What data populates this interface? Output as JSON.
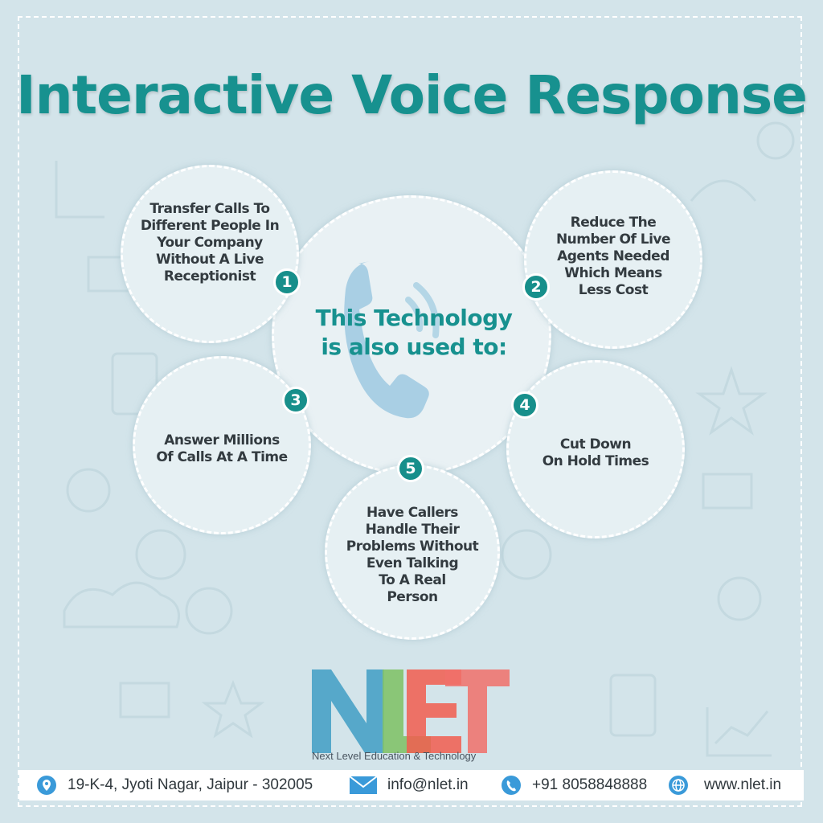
{
  "title": "Interactive Voice Response",
  "center": {
    "line1": "This Technology",
    "line2": "is also used to:",
    "icon": "phone-handset-icon"
  },
  "points": [
    {
      "number": "1",
      "text": [
        "Transfer Calls To",
        "Different People In",
        "Your Company",
        "Without A Live",
        "Receptionist"
      ]
    },
    {
      "number": "2",
      "text": [
        "Reduce The",
        "Number Of Live",
        "Agents Needed",
        "Which Means",
        "Less Cost"
      ]
    },
    {
      "number": "3",
      "text": [
        "Answer Millions",
        "Of Calls At A Time"
      ]
    },
    {
      "number": "4",
      "text": [
        "Cut Down",
        "On Hold Times"
      ]
    },
    {
      "number": "5",
      "text": [
        "Have Callers",
        "Handle Their",
        "Problems Without",
        "Even Talking",
        "To A Real",
        "Person"
      ]
    }
  ],
  "logo": {
    "letters": [
      "N",
      "L",
      "E",
      "T"
    ],
    "tagline": "Next Level Education & Technology",
    "colors": {
      "n": "#4ba3c7",
      "l": "#82c26a",
      "e": "#f15d4f",
      "t": "#f0706a"
    }
  },
  "footer": {
    "address": "19-K-4, Jyoti Nagar, Jaipur - 302005",
    "email": "info@nlet.in",
    "phone": "+91 8058848888",
    "website": "www.nlet.in",
    "icons": [
      "location-pin-icon",
      "envelope-icon",
      "phone-icon",
      "globe-icon"
    ]
  },
  "colors": {
    "accent": "#17918f",
    "background": "#d3e4ea",
    "text": "#333b40",
    "footer_icon": "#3a9ad9"
  }
}
